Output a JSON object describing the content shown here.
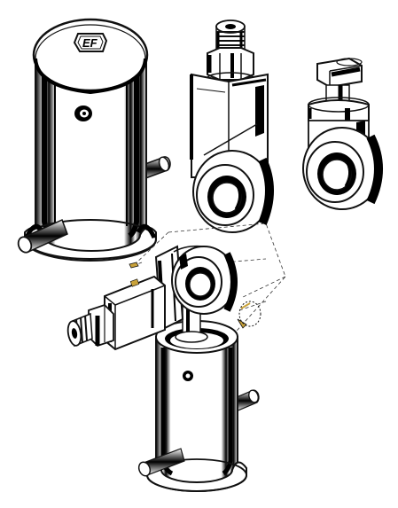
{
  "diagram": {
    "logo_text": "EF",
    "colors": {
      "line": "#111111",
      "fill": "#ffffff",
      "shade": "#000000",
      "mid": "#bdbdbd",
      "accent": "#c9a23a"
    },
    "components": [
      {
        "name": "outer-housing-tube"
      },
      {
        "name": "threaded-swivel-fitting"
      },
      {
        "name": "t-head-swivel-fitting"
      },
      {
        "name": "assembled-housing"
      }
    ]
  }
}
